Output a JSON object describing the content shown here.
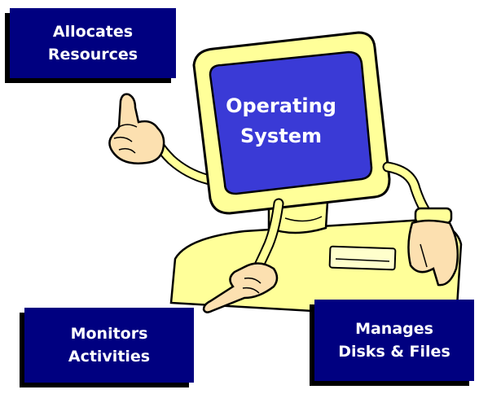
{
  "screen": {
    "line1": "Operating",
    "line2": "System"
  },
  "labels": {
    "allocates": {
      "line1": "Allocates",
      "line2": "Resources"
    },
    "monitors": {
      "line1": "Monitors",
      "line2": "Activities"
    },
    "manages": {
      "line1": "Manages",
      "line2": "Disks & Files"
    }
  },
  "colors": {
    "box": "#000080",
    "screen": "#3a3ad6",
    "body": "#ffff99",
    "outline": "#000000"
  },
  "icons": [
    "computer-character",
    "pointing-hand-up",
    "pointing-hand-down"
  ]
}
